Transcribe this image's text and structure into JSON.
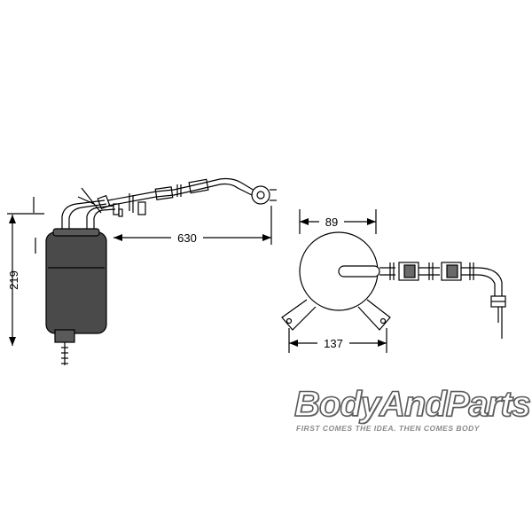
{
  "dimensions": {
    "height": "219",
    "length": "630",
    "width": "89",
    "mount_width": "137"
  },
  "logo": {
    "name": "BodyAndParts",
    "tagline": "FIRST COMES THE IDEA. THEN COMES BODY"
  },
  "colors": {
    "line": "#000000",
    "body_fill": "#4a4a4a",
    "logo_outline": "#5a5a5a",
    "tagline": "#8a8a8a"
  }
}
